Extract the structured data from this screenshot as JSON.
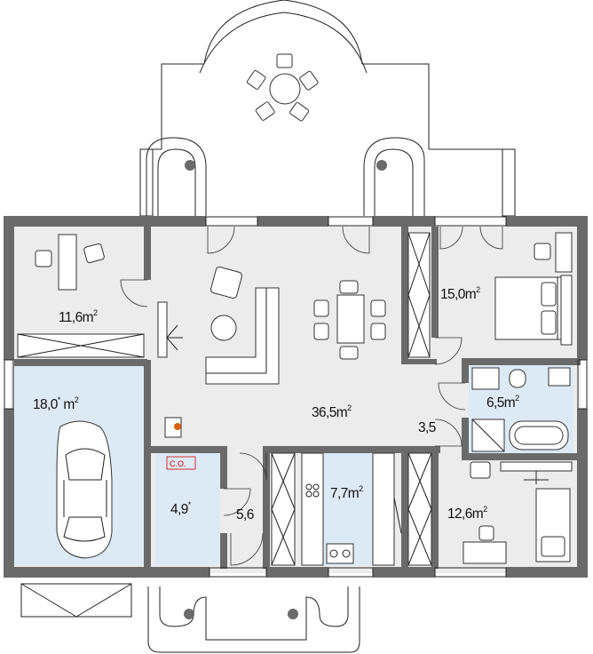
{
  "rooms": {
    "office": {
      "area": "11,6m",
      "sup": "2"
    },
    "garage": {
      "area": "18,0",
      "mark": "*",
      "unit": " m",
      "sup": "2"
    },
    "living": {
      "area": "36,5m",
      "sup": "2"
    },
    "bedroom_main": {
      "area": "15,0m",
      "sup": "2"
    },
    "bathroom": {
      "area": "6,5m",
      "sup": "2"
    },
    "hall": {
      "area": "3,5"
    },
    "boiler": {
      "area": "4,9",
      "mark": "*",
      "tag": "C.O."
    },
    "vestibule": {
      "area": "5,6"
    },
    "kitchen": {
      "area": "7,7m",
      "sup": "2"
    },
    "bedroom_second": {
      "area": "12,6m",
      "sup": "2"
    }
  },
  "colors": {
    "wall": "#6a6a6a",
    "floor": "#ececec",
    "wet_room": "#dde9f5",
    "tag_red": "#d40000"
  }
}
